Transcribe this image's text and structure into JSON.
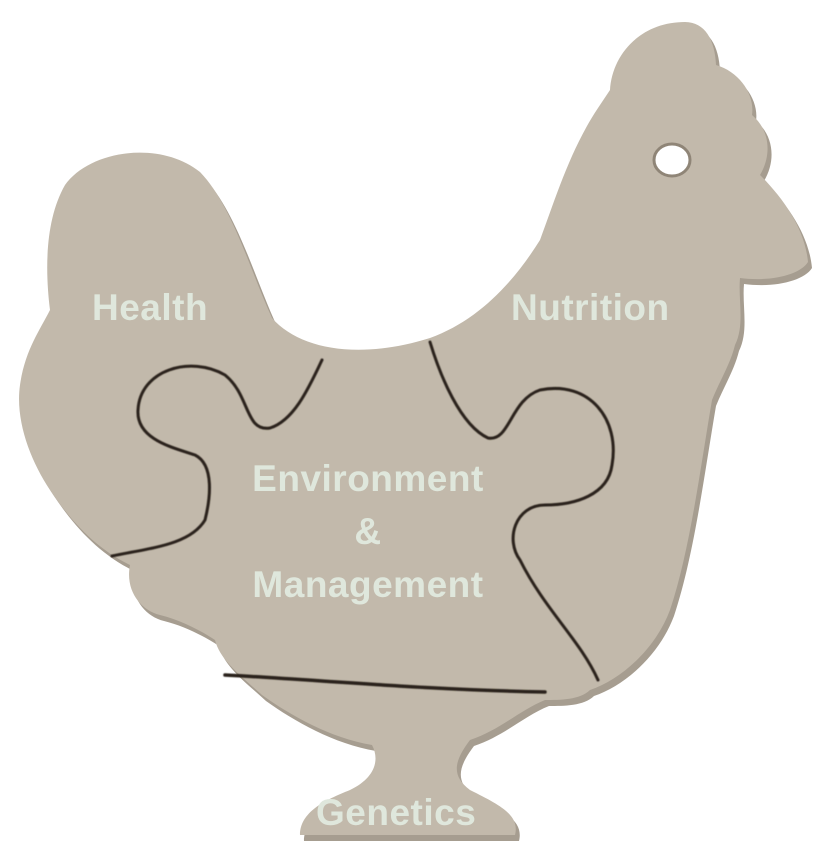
{
  "colors": {
    "wood": "#c2b9ab",
    "wood_shadow": "#9c9284",
    "cut_line": "#2c241c",
    "label": "#dfe7dc"
  },
  "pieces": {
    "health": {
      "label": "Health"
    },
    "nutrition": {
      "label": "Nutrition"
    },
    "environment": {
      "line1": "Environment",
      "line2": "&",
      "line3": "Management"
    },
    "genetics": {
      "label": "Genetics"
    }
  }
}
